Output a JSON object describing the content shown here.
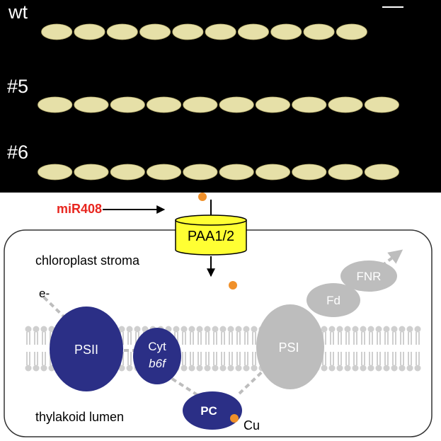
{
  "photo": {
    "rows": [
      {
        "label": "wt",
        "grain_count": 10
      },
      {
        "label": "#5",
        "grain_count": 10
      },
      {
        "label": "#6",
        "grain_count": 10
      }
    ],
    "background_color": "#000000",
    "grain_color": "#e6e0a8"
  },
  "pathway": {
    "regulator": "miR408",
    "regulator_color": "#e8261f",
    "transporter": "PAA1/2",
    "transporter_color": "#ffff33"
  },
  "chloroplast": {
    "stroma_label": "chloroplast stroma",
    "lumen_label": "thylakoid lumen",
    "electron_label": "e-",
    "complexes": {
      "psii": "PSII",
      "cyt_line1": "Cyt",
      "cyt_line2": "b6f",
      "pc": "PC",
      "psi": "PSI",
      "fd": "Fd",
      "fnr": "FNR"
    },
    "cofactor_label": "Cu",
    "colors": {
      "complex_blue": "#2b2f86",
      "complex_gray": "#bdbdbd",
      "copper": "#f0902a",
      "membrane": "#cfcfcf"
    }
  }
}
